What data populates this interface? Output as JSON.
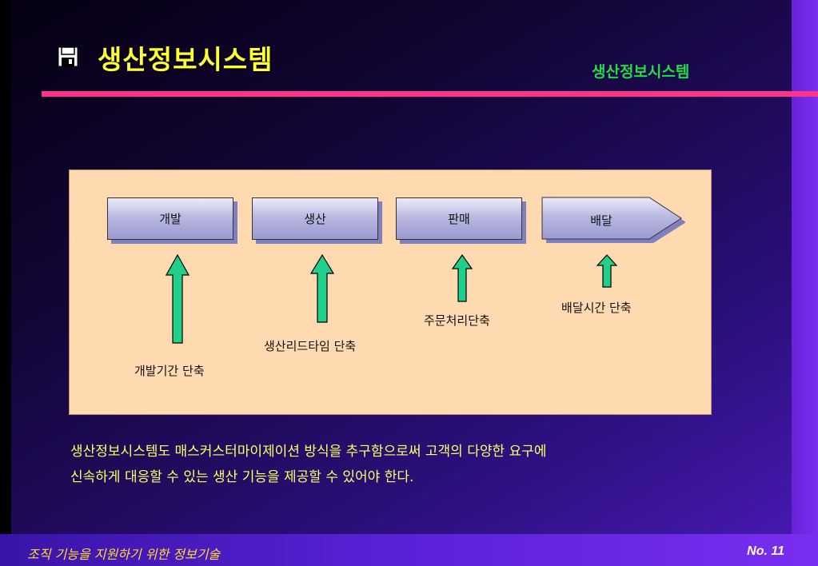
{
  "slide": {
    "title": "생산정보시스템",
    "subtitle": "생산정보시스템",
    "title_icon": "floppy-disk-icon",
    "colors": {
      "title": "#ffff33",
      "subtitle": "#22dd44",
      "divider": "#ff3388",
      "panel": "#ffd9b0",
      "arrow_fill": "#1fcf8a",
      "body_text": "#ffff66"
    }
  },
  "process": {
    "stages": [
      {
        "label": "개발"
      },
      {
        "label": "생산"
      },
      {
        "label": "판매"
      },
      {
        "label": "배달"
      }
    ],
    "improvements": [
      {
        "label": "개발기간 단축"
      },
      {
        "label": "생산리드타임 단축"
      },
      {
        "label": "주문처리단축"
      },
      {
        "label": "배달시간 단축"
      }
    ]
  },
  "body": {
    "line1": "생산정보시스템도 매스커스터마이제이션 방식을 추구함으로써 고객의 다양한 요구에",
    "line2": "신속하게 대응할 수 있는 생산 기능을 제공할 수 있어야 한다."
  },
  "footer": {
    "left": "조직 기능을 지원하기 위한 정보기술",
    "right": "No. 11"
  }
}
